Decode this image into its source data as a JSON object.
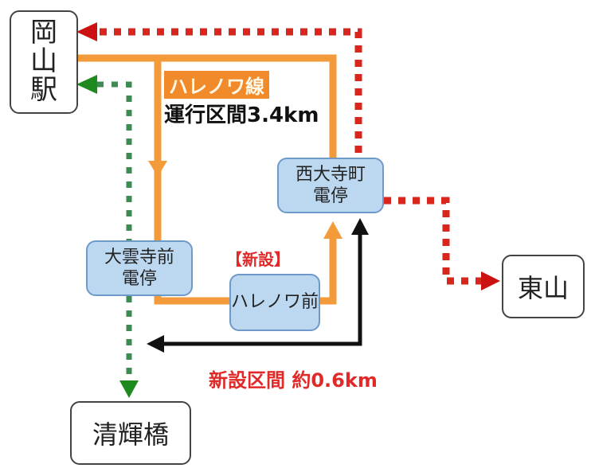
{
  "colors": {
    "hareneowa_line": "#f39a3a",
    "east_route": "#d8261c",
    "south_route": "#2e7d32",
    "new_section_arrow": "#111111",
    "stop_fill": "#bcd8f0",
    "stop_border": "#6d9ac7",
    "new_text": "#e02a2a"
  },
  "stations": {
    "okayama": "岡\n山\n駅",
    "higashiyama": "東山",
    "seikibashi": "清輝橋"
  },
  "stops": {
    "saidaijicho": "西大寺町\n電停",
    "daiunjimae": "大雲寺前\n電停",
    "harenowamae": "ハレノワ前"
  },
  "labels": {
    "line_name": "ハレノワ線",
    "line_distance": "運行区間3.4km",
    "new_tag": "【新設】",
    "new_section": "新設区間 約0.6km"
  }
}
